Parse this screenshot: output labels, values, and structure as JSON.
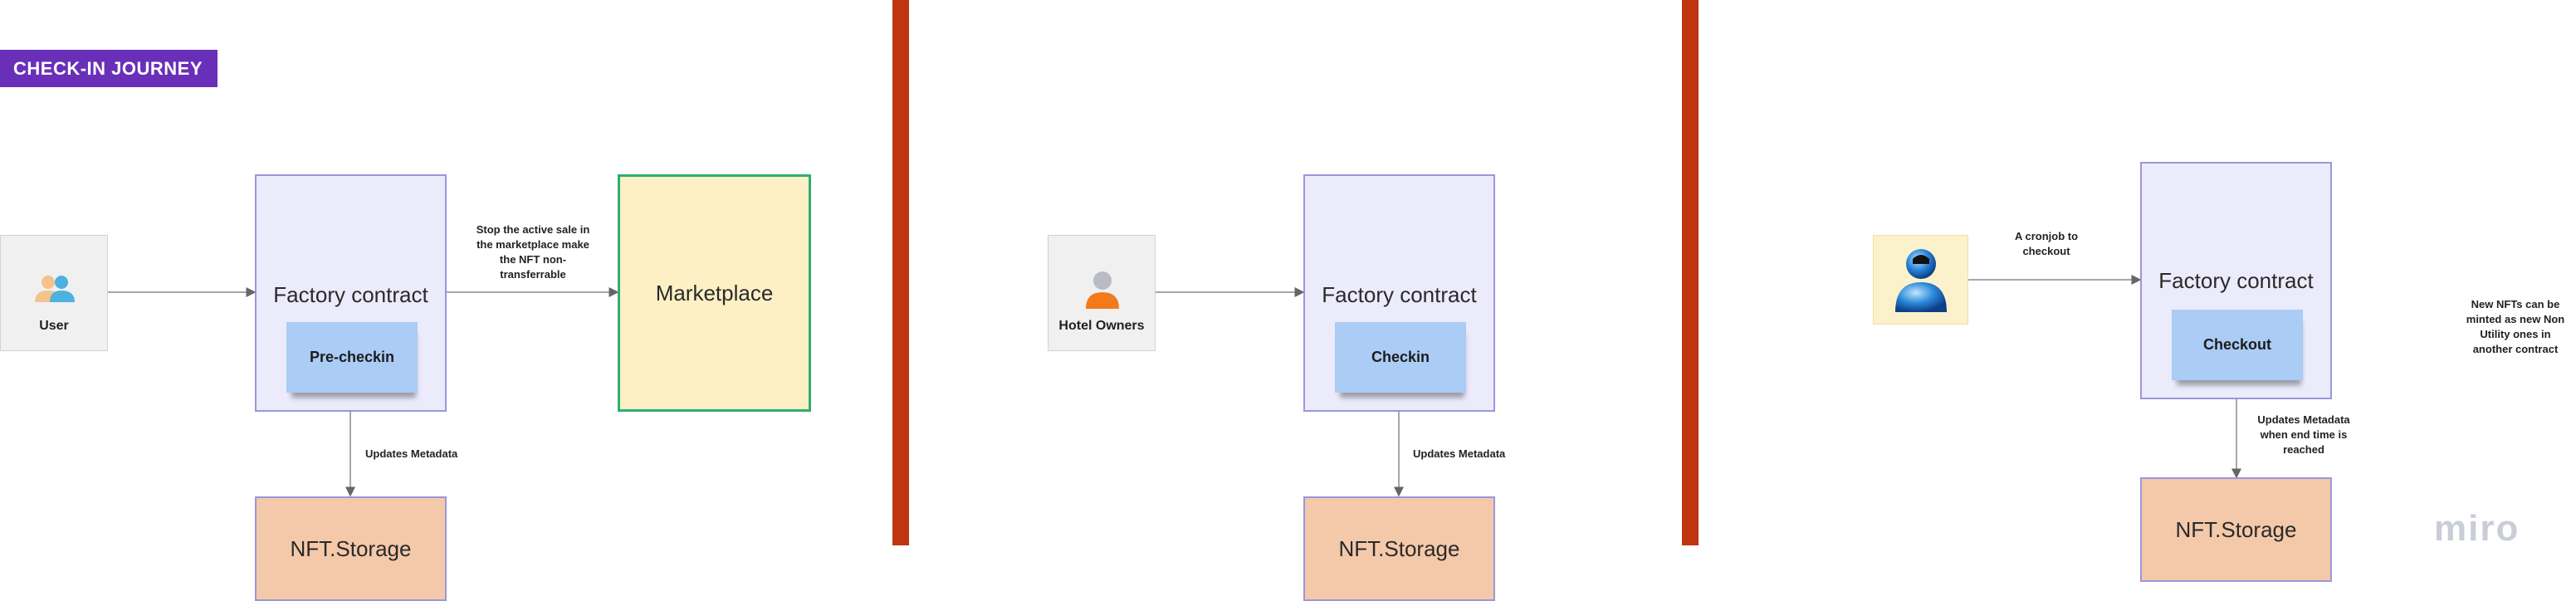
{
  "title": "CHECK-IN JOURNEY",
  "panel1": {
    "actor_label": "User",
    "actor_icon": "users-icon",
    "factory_title": "Factory contract",
    "sticky_label": "Pre-checkin",
    "arrow_note": "Stop the active sale in the marketplace make the NFT non-transferrable",
    "target_label": "Marketplace",
    "down_note": "Updates Metadata",
    "storage_label": "NFT.Storage"
  },
  "panel2": {
    "actor_label": "Hotel Owners",
    "actor_icon": "person-icon",
    "factory_title": "Factory contract",
    "sticky_label": "Checkin",
    "down_note": "Updates Metadata",
    "storage_label": "NFT.Storage"
  },
  "panel3": {
    "actor_icon": "blue-user-icon",
    "arrow_note": "A cronjob to checkout",
    "factory_title": "Factory contract",
    "sticky_label": "Checkout",
    "down_note": "Updates Metadata when end time is reached",
    "storage_label": "NFT.Storage",
    "side_note": "New NFTs can be minted as new Non Utility ones in another contract"
  },
  "watermark": "miro",
  "colors": {
    "title_badge": "#6a2fb8",
    "divider": "#bf3510",
    "factory_fill": "#ecebfc",
    "factory_border": "#9b96dd",
    "sticky": "#aaccf5",
    "storage_fill": "#f4c9a9",
    "marketplace_fill": "#fdf0c5",
    "marketplace_border": "#2fae72"
  }
}
